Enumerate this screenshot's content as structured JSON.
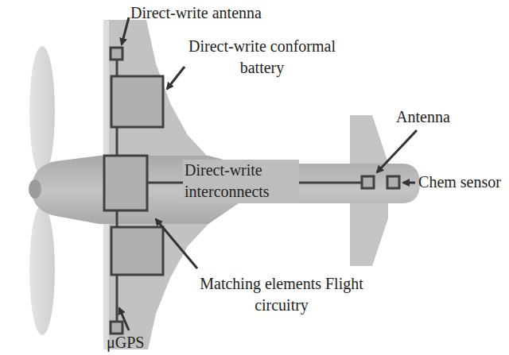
{
  "diagram": {
    "labels": [
      "Direct-write antenna",
      "Direct-write conformal battery",
      "Antenna",
      "Direct-write interconnects",
      "Chem sensor",
      "Matching elements Flight circuitry",
      "μGPS"
    ]
  }
}
